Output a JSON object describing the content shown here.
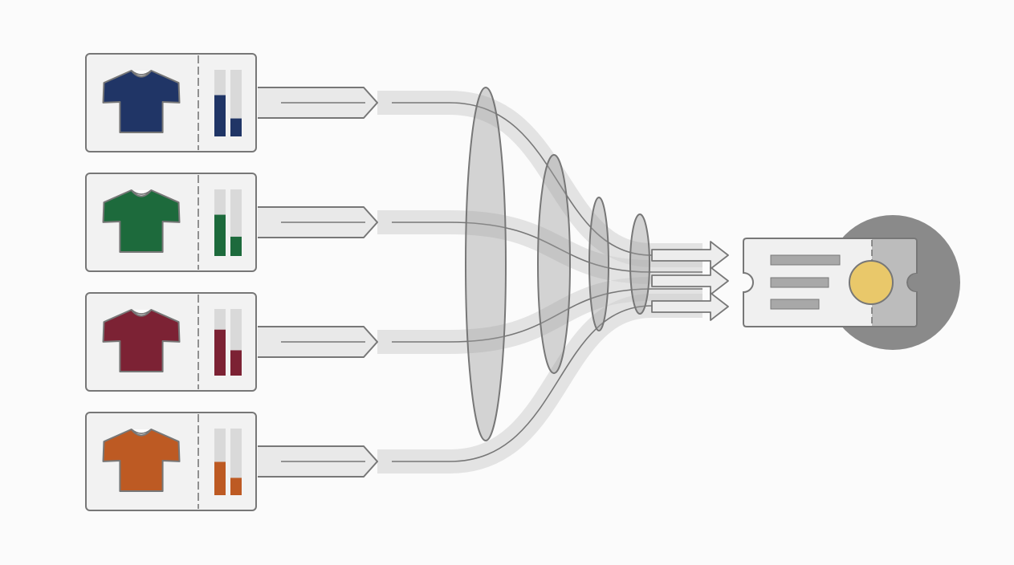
{
  "colors": {
    "background": "#fbfbfb",
    "card_fill": "#f2f2f2",
    "outline": "#777777",
    "bar_track": "#d9d9d9",
    "flow": "#cfcfcf",
    "funnel": "#9a9a9a",
    "ticket_fill": "#f0f0f0",
    "ticket_stub": "#bcbcbc",
    "ticket_line": "#a8a8a8",
    "coin": "#e9c86a",
    "circle": "#8a8a8a"
  },
  "products": [
    {
      "icon": "navy-tshirt-icon",
      "color": "#203566",
      "levels": [
        0.62,
        0.27
      ]
    },
    {
      "icon": "green-tshirt-icon",
      "color": "#1d6a3c",
      "levels": [
        0.62,
        0.29
      ]
    },
    {
      "icon": "maroon-tshirt-icon",
      "color": "#7c2234",
      "levels": [
        0.69,
        0.38
      ]
    },
    {
      "icon": "orange-tshirt-icon",
      "color": "#bd5a23",
      "levels": [
        0.5,
        0.26
      ]
    }
  ],
  "funnel_stages": 4,
  "output_arrows": 3,
  "result": {
    "ticket_icon": "ticket-icon",
    "coin_icon": "coin-icon",
    "text_lines": 3
  }
}
